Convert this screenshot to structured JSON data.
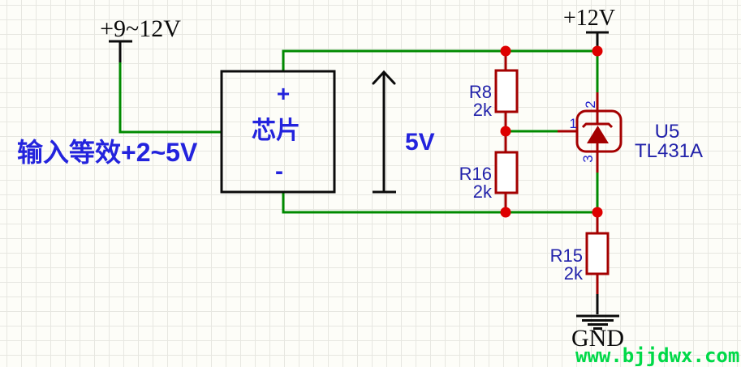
{
  "schematic": {
    "power_labels": {
      "left_supply": "+9~12V",
      "right_supply": "+12V",
      "ground": "GND"
    },
    "annotations": {
      "input_equivalent": "输入等效+2~5V",
      "output_voltage": "5V"
    },
    "chip_block": {
      "plus": "+",
      "name": "芯片",
      "minus": "-"
    },
    "resistors": [
      {
        "ref": "R8",
        "value": "2k"
      },
      {
        "ref": "R16",
        "value": "2k"
      },
      {
        "ref": "R15",
        "value": "2k"
      }
    ],
    "ic": {
      "ref": "U5",
      "part": "TL431A",
      "pins": {
        "p1": "1",
        "p2": "2",
        "p3": "3"
      }
    },
    "watermark": "www.bjjdwx.com"
  },
  "colors": {
    "wire_green": "#008a00",
    "component_red": "#a40000",
    "junction_red": "#de0000",
    "label_blue": "#2222aa",
    "pin_blue": "#2222cc",
    "annotation_blue": "#2323dd",
    "watermark_green": "#00d948"
  }
}
